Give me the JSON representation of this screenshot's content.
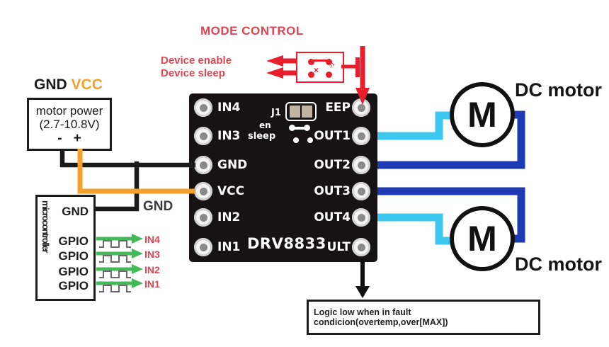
{
  "colors": {
    "red_label": "#e04552",
    "red_wire": "#e81e2c",
    "orange": "#f5a02d",
    "cyan": "#3fc8ef",
    "blue": "#1e3bb3",
    "green": "#45b95a",
    "board_bg": "#171314",
    "wire_black": "#1a1a1a",
    "wave_gray": "#6a6a6a",
    "pad_tan": "#c2b4a2"
  },
  "mode_control": {
    "title": "MODE CONTROL",
    "enable_label": "Device enable",
    "sleep_label": "Device sleep",
    "jumper_ref": "J1",
    "cross_mark": "×"
  },
  "power": {
    "gnd": "GND",
    "vcc": "VCC",
    "name_line1": "motor power",
    "name_line2": "(2.7-10.8V)",
    "minus": "-",
    "plus": "+"
  },
  "micro": {
    "name": "microcontroller",
    "gnd_pin": "GND",
    "gpio_pins": [
      "GPIO",
      "GPIO",
      "GPIO",
      "GPIO"
    ],
    "gnd_net_label": "GND",
    "signal_labels": [
      "IN4",
      "IN3",
      "IN2",
      "IN1"
    ]
  },
  "board": {
    "chip": "DRV8833",
    "jumper_ref": "J1",
    "en": "en",
    "sleep": "sleep",
    "left_pins": [
      "IN4",
      "IN3",
      "GND",
      "VCC",
      "IN2",
      "IN1"
    ],
    "right_pins": [
      "EEP",
      "OUT1",
      "OUT2",
      "OUT3",
      "OUT4",
      "ULT"
    ]
  },
  "motors": [
    {
      "symbol": "M",
      "label": "DC motor"
    },
    {
      "symbol": "M",
      "label": "DC motor"
    }
  ],
  "fault_note": "Logic low when in fault condicion(overtemp,over[MAX])"
}
